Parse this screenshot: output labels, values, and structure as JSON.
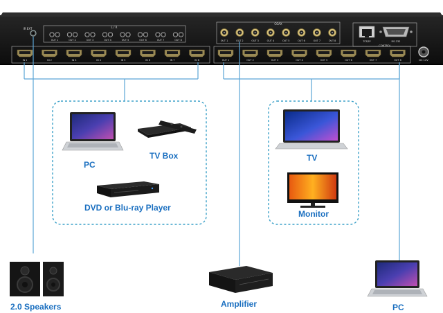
{
  "panel": {
    "ir_label": "IR EXT",
    "lr_label": "L / R",
    "coax_label": "COAX",
    "audio_out_labels": [
      "OUT 1",
      "OUT 2",
      "OUT 3",
      "OUT 4",
      "OUT 5",
      "OUT 6",
      "OUT 7",
      "OUT 8"
    ],
    "coax_out_labels": [
      "OUT 1",
      "OUT 2",
      "OUT 3",
      "OUT 4",
      "OUT 5",
      "OUT 6",
      "OUT 7",
      "OUT 8"
    ],
    "hdmi_in_labels": [
      "IN 1",
      "IN 2",
      "IN 3",
      "IN 4",
      "IN 5",
      "IN 6",
      "IN 7",
      "IN 8"
    ],
    "hdmi_out_labels": [
      "OUT 1",
      "OUT 2",
      "OUT 3",
      "OUT 4",
      "OUT 5",
      "OUT 6",
      "OUT 7",
      "OUT 8"
    ],
    "tcpip_label": "TCP/IP",
    "rs232_label": "RS-232",
    "control_label": "CONTROL",
    "power_label": "DC 12V"
  },
  "sources": {
    "pc": "PC",
    "tv_box": "TV Box",
    "player": "DVD or Blu-ray Player"
  },
  "displays": {
    "tv": "TV",
    "monitor": "Monitor"
  },
  "outputs": {
    "speakers": "2.0 Speakers",
    "amplifier": "Amplifier",
    "pc": "PC"
  },
  "colors": {
    "label_blue": "#1a6fc0",
    "line_blue": "#5aa5d6",
    "group_border": "#3aa0c8",
    "chassis": "#141414"
  },
  "icons": [
    "laptop-icon",
    "tv-box-icon",
    "remote-icon",
    "bluray-player-icon",
    "tv-icon",
    "monitor-icon",
    "speakers-icon",
    "amplifier-icon",
    "hdmi-port-icon",
    "rca-jack-icon",
    "ethernet-port-icon",
    "rs232-port-icon",
    "dc-jack-icon",
    "ir-jack-icon"
  ]
}
